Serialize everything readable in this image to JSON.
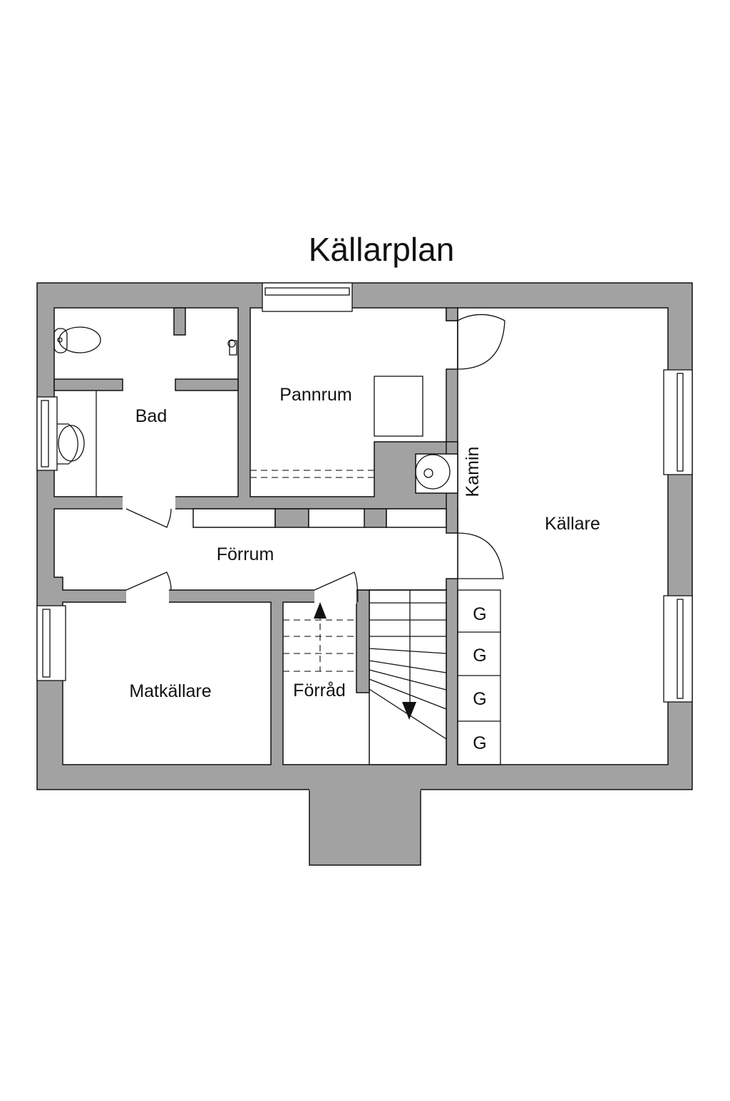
{
  "title": "Källarplan",
  "rooms": {
    "bad": "Bad",
    "pannrum": "Pannrum",
    "kamin": "Kamin",
    "kallare": "Källare",
    "forrum": "Förrum",
    "matkallare": "Matkällare",
    "forrad": "Förråd"
  },
  "storage_units": [
    "G",
    "G",
    "G",
    "G"
  ],
  "colors": {
    "wall": "#a2a2a2",
    "line": "#111111",
    "background": "#ffffff"
  }
}
